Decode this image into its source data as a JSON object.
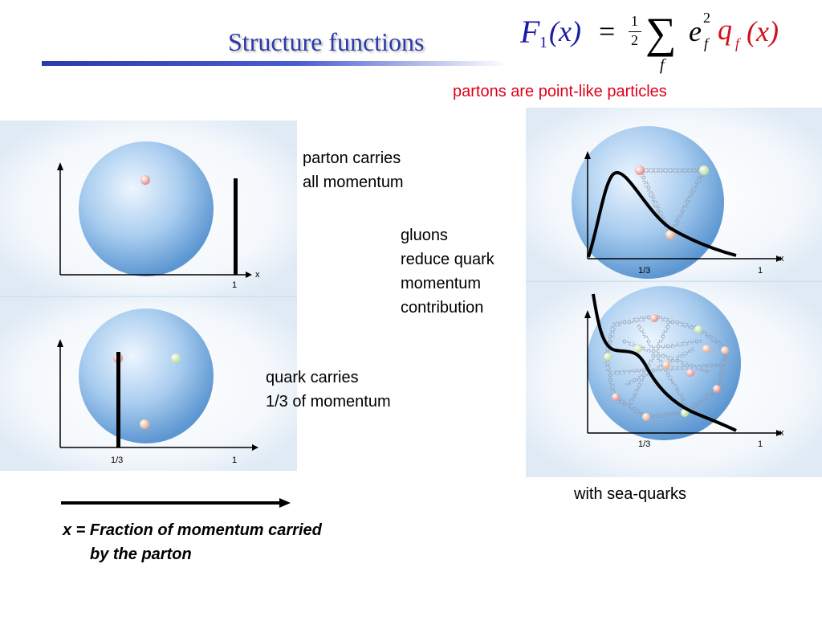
{
  "slide": {
    "title": "Structure functions",
    "formula": {
      "F": "F",
      "sub1": "1",
      "x_paren": "(x)",
      "equals": "=",
      "half_num": "1",
      "half_den": "2",
      "sigma": "∑",
      "sum_index": "f",
      "e": "e",
      "e_sup": "2",
      "e_sub": "f",
      "q": "q",
      "q_sub": "f",
      "x_paren2": "(x)"
    },
    "note": "partons are point-like particles"
  },
  "labels": {
    "parton_all_line1": "parton carries",
    "parton_all_line2": "all momentum",
    "gluons_line1": "gluons",
    "gluons_line2": "reduce quark",
    "gluons_line3": "momentum",
    "gluons_line4": "contribution",
    "quark_third_line1": "quark carries",
    "quark_third_line2": "1/3 of momentum",
    "sea_quarks": "with sea-quarks",
    "caption_line1": "x = Fraction of momentum carried",
    "caption_line2": "by the parton"
  },
  "plots": {
    "axis_x": "x",
    "tick_one": "1",
    "tick_third": "1/3"
  },
  "colors": {
    "title": "#2b3aa8",
    "formula_blue": "#1a1aa6",
    "formula_red": "#d0101a",
    "note_red": "#e0001a",
    "sphere": "#7fb2e0"
  }
}
